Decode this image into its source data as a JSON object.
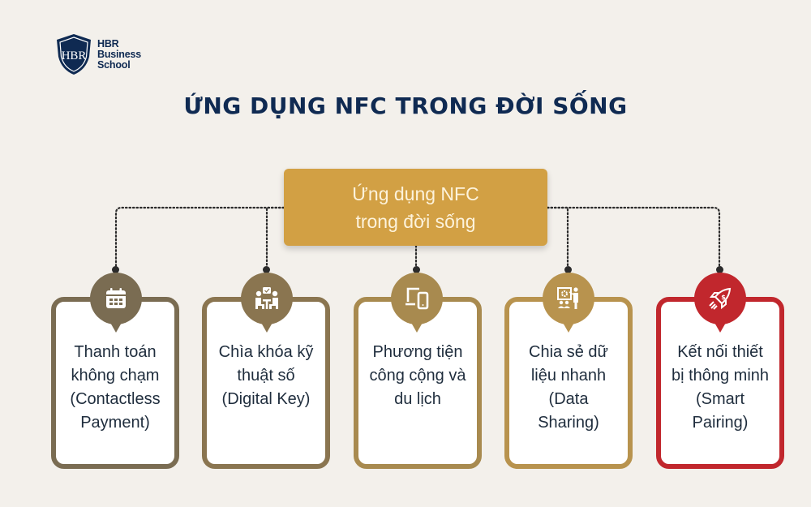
{
  "logo": {
    "monogram": "HBR",
    "lines": [
      "HBR",
      "Business",
      "School"
    ]
  },
  "title": "ỨNG DỤNG NFC TRONG ĐỜI SỐNG",
  "root": {
    "lines": [
      "Ứng dụng NFC",
      "trong đời sống"
    ],
    "color": "#d2a044"
  },
  "cards": [
    {
      "icon": "calendar-icon",
      "lines": [
        "Thanh toán",
        "không chạm",
        "(Contactless",
        "Payment)"
      ],
      "color": "#7a6c52"
    },
    {
      "icon": "meeting-approval-icon",
      "lines": [
        "Chìa khóa kỹ",
        "thuật số",
        "(Digital Key)"
      ],
      "color": "#8a7550"
    },
    {
      "icon": "devices-icon",
      "lines": [
        "Phương tiện",
        "công cộng và",
        "du lịch"
      ],
      "color": "#a88a4f"
    },
    {
      "icon": "presentation-icon",
      "lines": [
        "Chia sẻ dữ",
        "liệu nhanh",
        "(Data",
        "Sharing)"
      ],
      "color": "#b8934e"
    },
    {
      "icon": "rocket-dollar-icon",
      "lines": [
        "Kết nối thiết",
        "bị thông minh",
        "(Smart",
        "Pairing)"
      ],
      "color": "#c1272d"
    }
  ]
}
